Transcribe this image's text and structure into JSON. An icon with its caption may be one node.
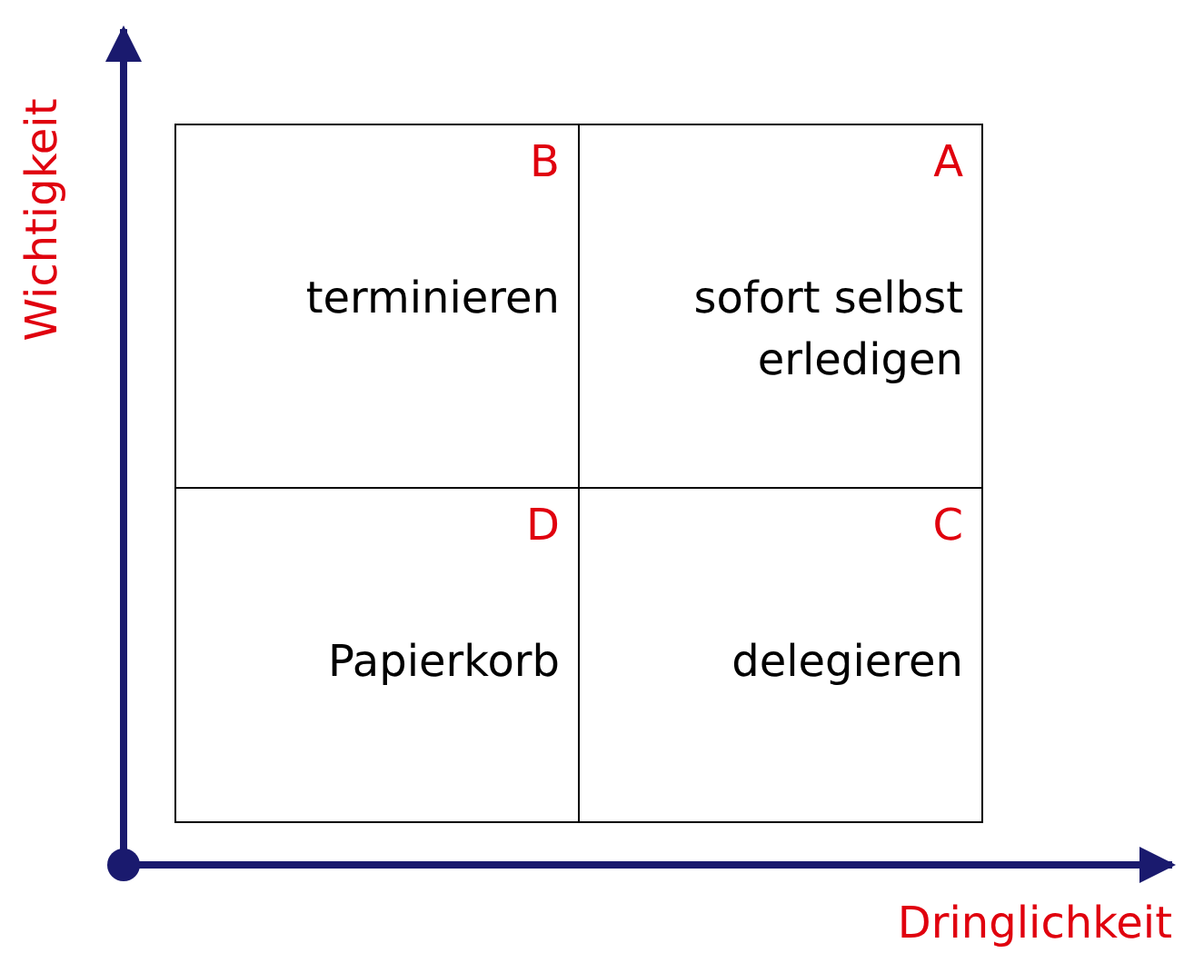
{
  "diagram": {
    "nodes": [
      {
        "text": [
          "B",
          "terminieren"
        ]
      },
      {
        "text": [
          "A",
          "sofort selbst erledigen"
        ]
      },
      {
        "text": [
          "D",
          "Papierkorb"
        ]
      },
      {
        "text": [
          "C",
          "delegieren"
        ]
      }
    ],
    "labels": [
      "Wichtigkeit",
      "Dringlichkeit"
    ]
  }
}
